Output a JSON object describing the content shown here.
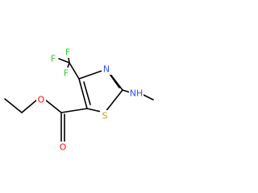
{
  "colors": {
    "bond": "#000000",
    "carbon": "#000000",
    "fluorine": "#33cc33",
    "nitrogen": "#3050f8",
    "oxygen": "#ff0d0d",
    "sulfur": "#c8a000"
  },
  "atoms": {
    "f_top": "F",
    "f_left": "F",
    "f_mid": "F",
    "n_ring": "N",
    "n_amine": "NH",
    "s_ring": "S",
    "o_ester": "O",
    "o_carbonyl": "O"
  }
}
